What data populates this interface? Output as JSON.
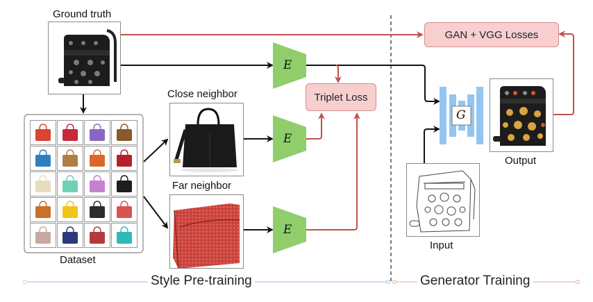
{
  "figure": {
    "labels": {
      "ground_truth": "Ground truth",
      "close_neighbor": "Close neighbor",
      "far_neighbor": "Far neighbor",
      "dataset": "Dataset",
      "input": "Input",
      "output": "Output"
    },
    "modules": {
      "encoder_symbol": "E",
      "generator_symbol": "G",
      "triplet_loss": "Triplet Loss",
      "gan_vgg_loss": "GAN + VGG Losses"
    },
    "phases": {
      "left": "Style Pre-training",
      "right": "Generator Training"
    },
    "dataset_grid": {
      "rows": 5,
      "cols": 4,
      "cells": [
        {
          "desc": "small red handbag",
          "color": "#d9452e"
        },
        {
          "desc": "red shoulder bag",
          "color": "#c8283c"
        },
        {
          "desc": "purple character backpack",
          "color": "#8a66c4"
        },
        {
          "desc": "brown leather tote",
          "color": "#8b5a2b"
        },
        {
          "desc": "blue backpack",
          "color": "#2f7fbf"
        },
        {
          "desc": "tan messenger bag",
          "color": "#b07d45"
        },
        {
          "desc": "orange chevron crossbody",
          "color": "#d9692a"
        },
        {
          "desc": "black red backpack",
          "color": "#b81f2a"
        },
        {
          "desc": "cream backpack",
          "color": "#e6dcc0"
        },
        {
          "desc": "mint clutch",
          "color": "#6fd1b8"
        },
        {
          "desc": "cartoon messenger bag",
          "color": "#c77fd1"
        },
        {
          "desc": "black tote",
          "color": "#1e1e1e"
        },
        {
          "desc": "orange satchel",
          "color": "#c9702c"
        },
        {
          "desc": "yellow bag set",
          "color": "#efc51c"
        },
        {
          "desc": "black patterned handbag",
          "color": "#2c2c2c"
        },
        {
          "desc": "red flap bag",
          "color": "#d9534f"
        },
        {
          "desc": "plaid handbag",
          "color": "#c7a9a0"
        },
        {
          "desc": "navy floral bag",
          "color": "#2a3a7a"
        },
        {
          "desc": "printed messenger bag",
          "color": "#b33a3a"
        },
        {
          "desc": "teal duffel",
          "color": "#2fb9b9"
        }
      ]
    },
    "colors": {
      "encoder_fill": "#8fce6a",
      "generator_fill": "#92c5f0",
      "loss_fill": "#f7cfcf",
      "loss_border": "#d88a8a",
      "red_arrow": "#c0504d",
      "black_arrow": "#111111",
      "left_phase_line": "#bcd3f0",
      "right_phase_line": "#f0c4c4",
      "divider": "#777777"
    }
  }
}
